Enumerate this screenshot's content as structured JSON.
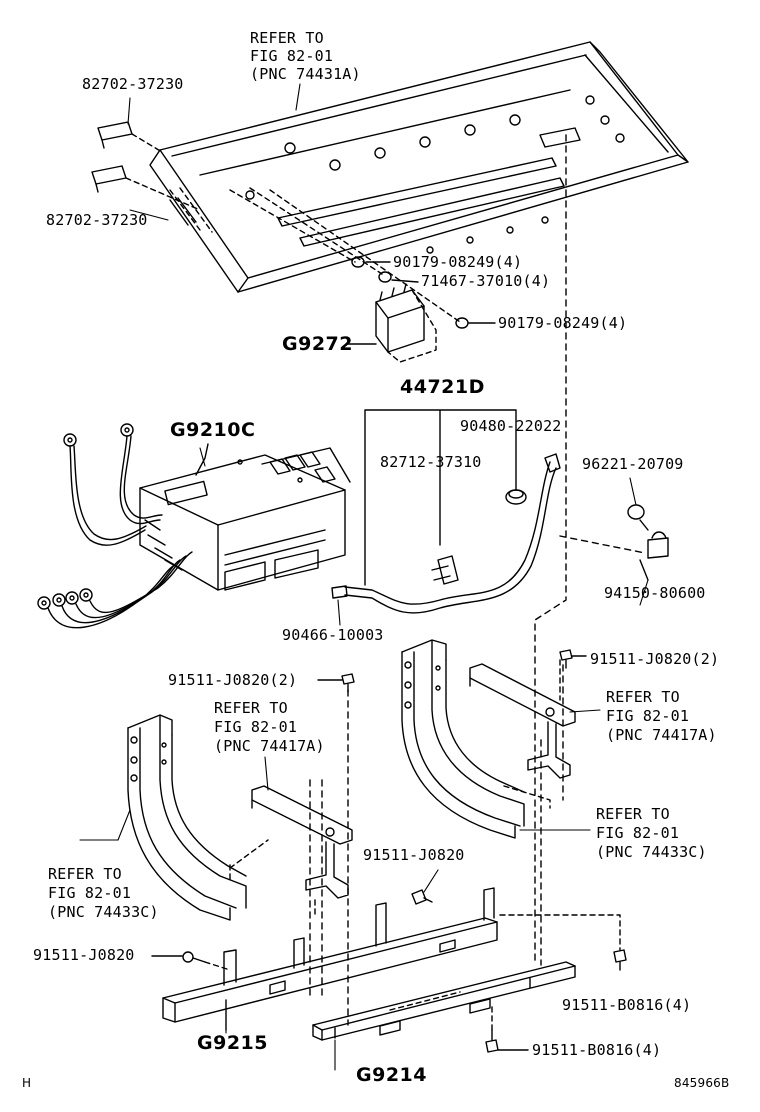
{
  "labels": {
    "refer_top": [
      "REFER TO",
      "FIG 82-01",
      "(PNC 74431A)"
    ],
    "p82702_a": "82702-37230",
    "p82702_b": "82702-37230",
    "p90179_a": "90179-08249(4)",
    "p71467": "71467-37010(4)",
    "p90179_b": "90179-08249(4)",
    "g9272": "G9272",
    "p44721d": "44721D",
    "p90480": "90480-22022",
    "g9210c": "G9210C",
    "p82712": "82712-37310",
    "p96221": "96221-20709",
    "p94150": "94150-80600",
    "p90466": "90466-10003",
    "p91511_j0820_2a": "91511-J0820(2)",
    "p91511_j0820_2b": "91511-J0820(2)",
    "refer_mid_left": [
      "REFER TO",
      "FIG 82-01",
      "(PNC 74417A)"
    ],
    "refer_mid_right": [
      "REFER TO",
      "FIG 82-01",
      "(PNC 74417A)"
    ],
    "refer_right_lower": [
      "REFER TO",
      "FIG 82-01",
      "(PNC 74433C)"
    ],
    "refer_left_lower": [
      "REFER TO",
      "FIG 82-01",
      "(PNC 74433C)"
    ],
    "p91511_j0820_a": "91511-J0820",
    "p91511_j0820_b": "91511-J0820",
    "p91511_b0816_a": "91511-B0816(4)",
    "p91511_b0816_b": "91511-B0816(4)",
    "g9215": "G9215",
    "g9214": "G9214",
    "corner_h": "H",
    "drawing_no": "845966B"
  }
}
